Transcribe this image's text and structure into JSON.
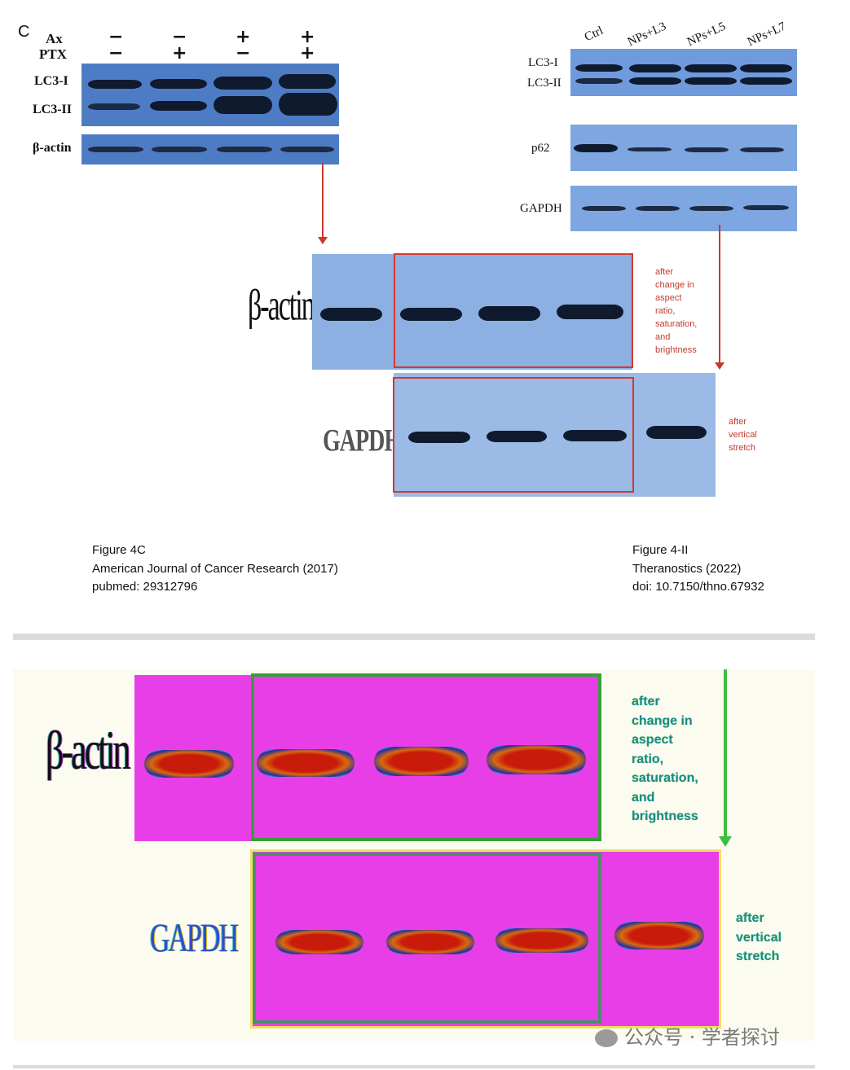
{
  "panel_top_left": {
    "panel_letter": "C",
    "row_labels": [
      "Ax",
      "PTX"
    ],
    "lane_signs": {
      "ax": [
        "−",
        "−",
        "+",
        "+"
      ],
      "ptx": [
        "−",
        "+",
        "−",
        "+"
      ]
    },
    "blot_labels": [
      "LC3-I",
      "LC3-II",
      "β-actin"
    ]
  },
  "panel_top_right": {
    "lane_labels": [
      "Ctrl",
      "NPs+L3",
      "NPs+L5",
      "NPs+L7"
    ],
    "blot_labels": [
      "LC3-I",
      "LC3-II",
      "p62",
      "GAPDH"
    ]
  },
  "comparison": {
    "beta_actin_label": "β-actin",
    "gapdh_label": "GAPDH",
    "note_beta_actin": [
      "after",
      "change in",
      "aspect",
      "ratio,",
      "saturation,",
      "and",
      "brightness"
    ],
    "note_gapdh": [
      "after",
      "vertical",
      "stretch"
    ]
  },
  "captions": {
    "left": [
      "Figure 4C",
      "American Journal of Cancer Research (2017)",
      "pubmed: 29312796"
    ],
    "right": [
      "Figure 4-II",
      "Theranostics (2022)",
      "doi: 10.7150/thno.67932"
    ]
  },
  "heatmap_section": {
    "beta_actin_label": "β-actin",
    "gapdh_label": "GAPDH",
    "note_beta_actin": [
      "after",
      "change in",
      "aspect",
      "ratio,",
      "saturation,",
      "and",
      "brightness"
    ],
    "note_gapdh": [
      "after",
      "vertical",
      "stretch"
    ]
  },
  "watermark": "公众号 · 学者探讨",
  "colors": {
    "blot_blue": "#5b86c8",
    "highlight_red": "#d23a2f",
    "highlight_green": "#3a9d3a",
    "heatmap_background": "#e83ee8"
  }
}
